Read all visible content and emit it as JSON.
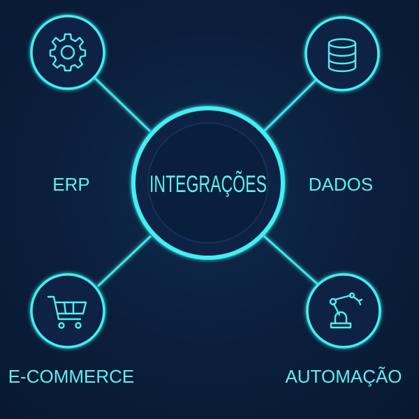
{
  "center": {
    "label": "INTEGRAÇÕES"
  },
  "nodes": [
    {
      "label": "ERP",
      "icon": "gear-icon"
    },
    {
      "label": "DADOS",
      "icon": "database-icon"
    },
    {
      "label": "E-COMMERCE",
      "icon": "shopping-cart-icon"
    },
    {
      "label": "AUTOMAÇÃO",
      "icon": "robot-arm-icon"
    }
  ],
  "colors": {
    "background": "#0b1f3d",
    "accent": "#3ff0f0"
  }
}
